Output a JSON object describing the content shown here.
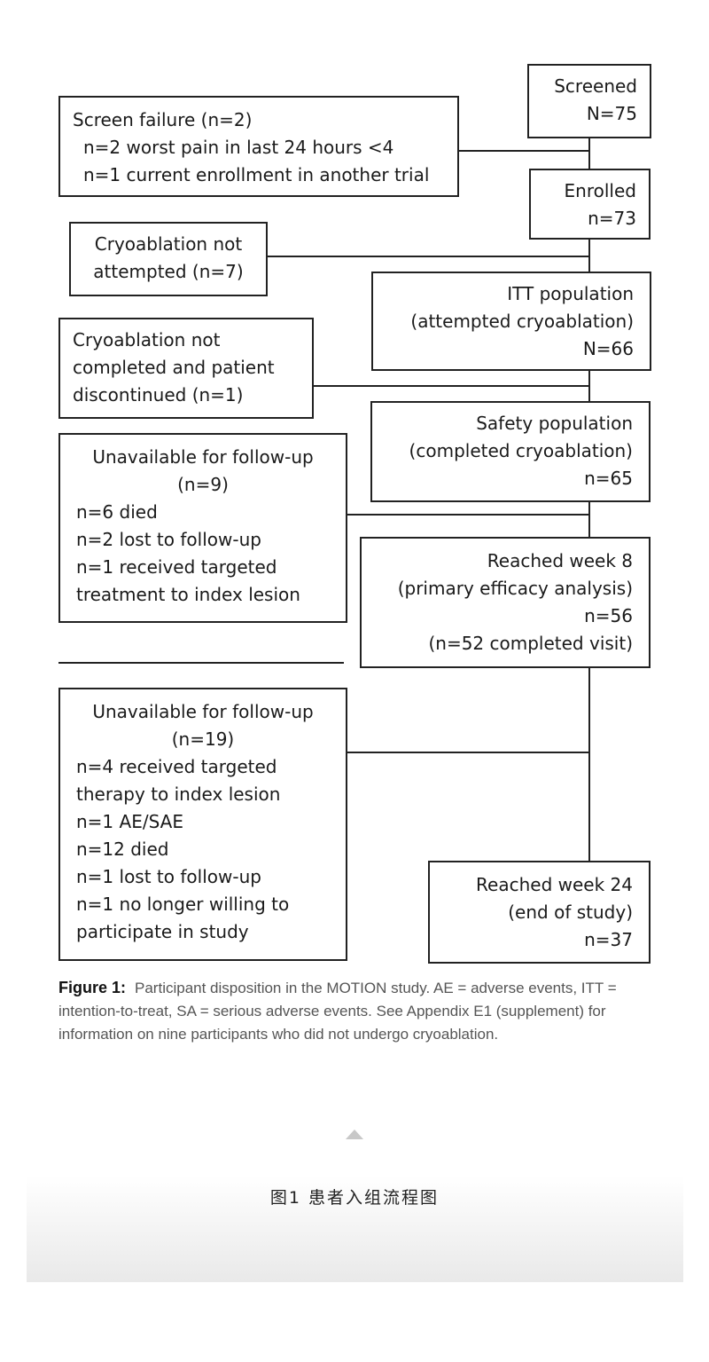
{
  "boxes": {
    "screened": [
      "Screened",
      "N=75"
    ],
    "screen_failure": [
      "Screen failure (n=2)",
      "n=2 worst pain in last 24 hours <4",
      "n=1 current enrollment in another trial"
    ],
    "enrolled": [
      "Enrolled",
      "n=73"
    ],
    "cryo_not_attempted": [
      "Cryoablation not",
      "attempted (n=7)"
    ],
    "itt_population": [
      "ITT population",
      "(attempted cryoablation)",
      "N=66"
    ],
    "cryo_not_completed": [
      "Cryoablation not",
      "completed and patient",
      "discontinued (n=1)"
    ],
    "safety_population": [
      "Safety population",
      "(completed cryoablation)",
      "n=65"
    ],
    "unavailable_week8": [
      "Unavailable for follow-up",
      "(n=9)",
      "n=6 died",
      "n=2 lost to follow-up",
      "n=1 received targeted",
      "treatment to index lesion"
    ],
    "reached_week8": [
      "Reached week 8",
      "(primary efficacy analysis)",
      "n=56",
      "(n=52 completed visit)"
    ],
    "unavailable_week24": [
      "Unavailable for follow-up",
      "(n=19)",
      "n=4 received targeted",
      "therapy to index lesion",
      "n=1 AE/SAE",
      "n=12 died",
      "n=1 lost to follow-up",
      "n=1 no longer willing to",
      "participate in study"
    ],
    "reached_week24": [
      "Reached week 24",
      "(end of study)",
      "n=37"
    ]
  },
  "caption": {
    "label": "Figure 1:",
    "text": "Participant disposition in the MOTION study. AE = adverse events, ITT = intention-to-treat, SA = serious adverse events. See Appendix E1 (supplement) for information on nine participants who did not undergo cryoablation."
  },
  "chinese_caption": "图1 患者入组流程图"
}
